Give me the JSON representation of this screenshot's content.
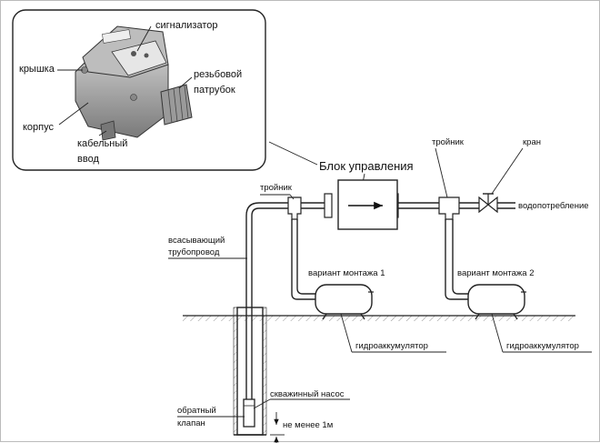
{
  "inset": {
    "labels": {
      "signal": "сигнализатор",
      "lid": "крышка",
      "thread1": "резьбовой",
      "thread2": "патрубок",
      "body": "корпус",
      "cable1": "кабельный",
      "cable2": "ввод"
    }
  },
  "main": {
    "control_unit": "Блок управления",
    "tee_left": "тройник",
    "tee_right": "тройник",
    "valve": "кран",
    "water_use": "водопотребление",
    "suction1": "всасывающий",
    "suction2": "трубопровод",
    "mount1": "вариант монтажа 1",
    "mount2": "вариант монтажа 2",
    "accum1": "гидроаккумулятор",
    "accum2": "гидроаккумулятор",
    "pump": "скважинный насос",
    "check1": "обратный",
    "check2": "клапан",
    "min_dist": "не менее 1м"
  }
}
